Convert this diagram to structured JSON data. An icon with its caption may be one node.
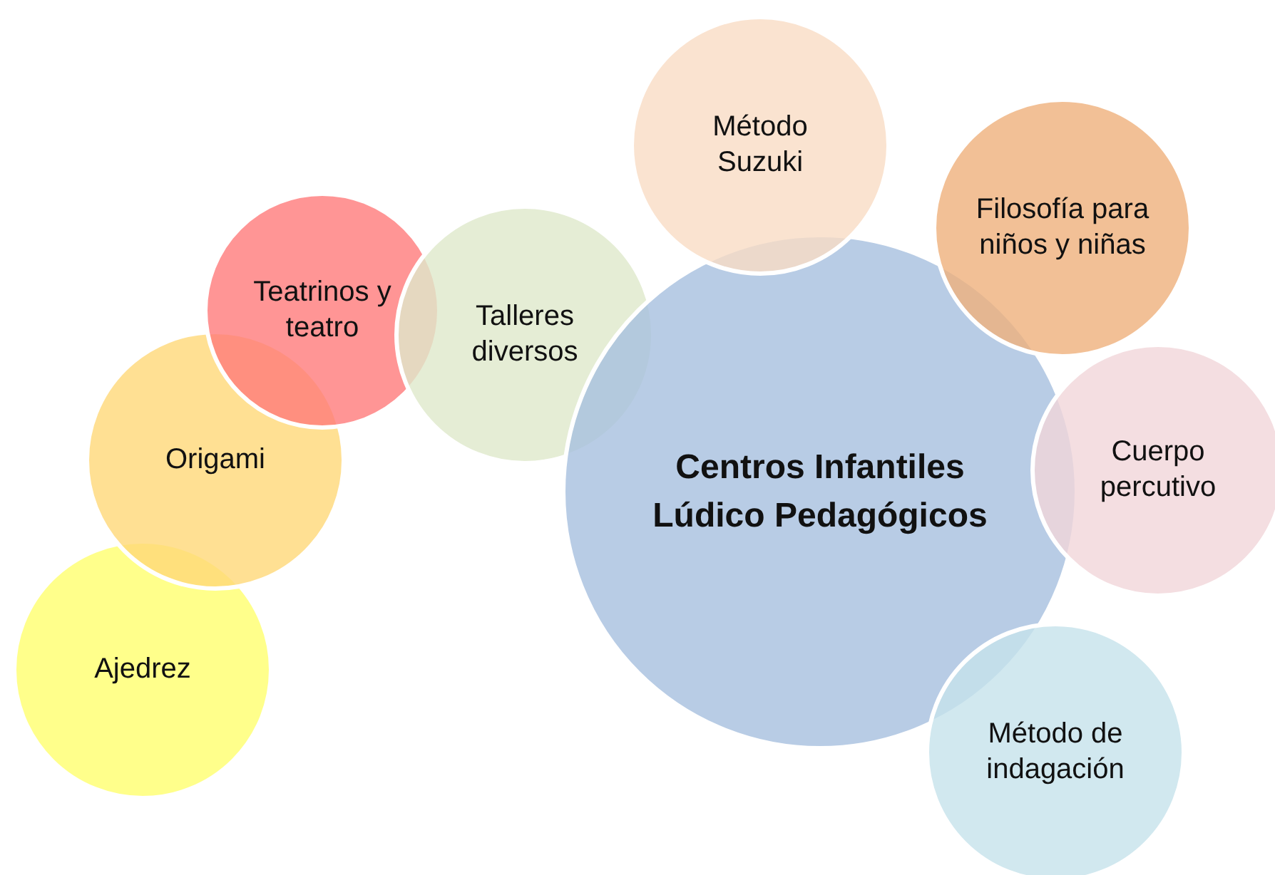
{
  "diagram": {
    "nodes": [
      {
        "text": [
          "Método Suzuki"
        ]
      },
      {
        "text": [
          "Filosofía para niños y niñas"
        ]
      },
      {
        "text": [
          "Teatrinos y teatro"
        ]
      },
      {
        "text": [
          "Talleres diversos"
        ]
      },
      {
        "text": [
          "Centros Infantiles Lúdico Pedagógicos"
        ]
      },
      {
        "text": [
          "Cuerpo percutivo"
        ]
      },
      {
        "text": [
          "Origami"
        ]
      },
      {
        "text": [
          "Ajedrez"
        ]
      },
      {
        "text": [
          "Método de indagación"
        ]
      }
    ]
  }
}
